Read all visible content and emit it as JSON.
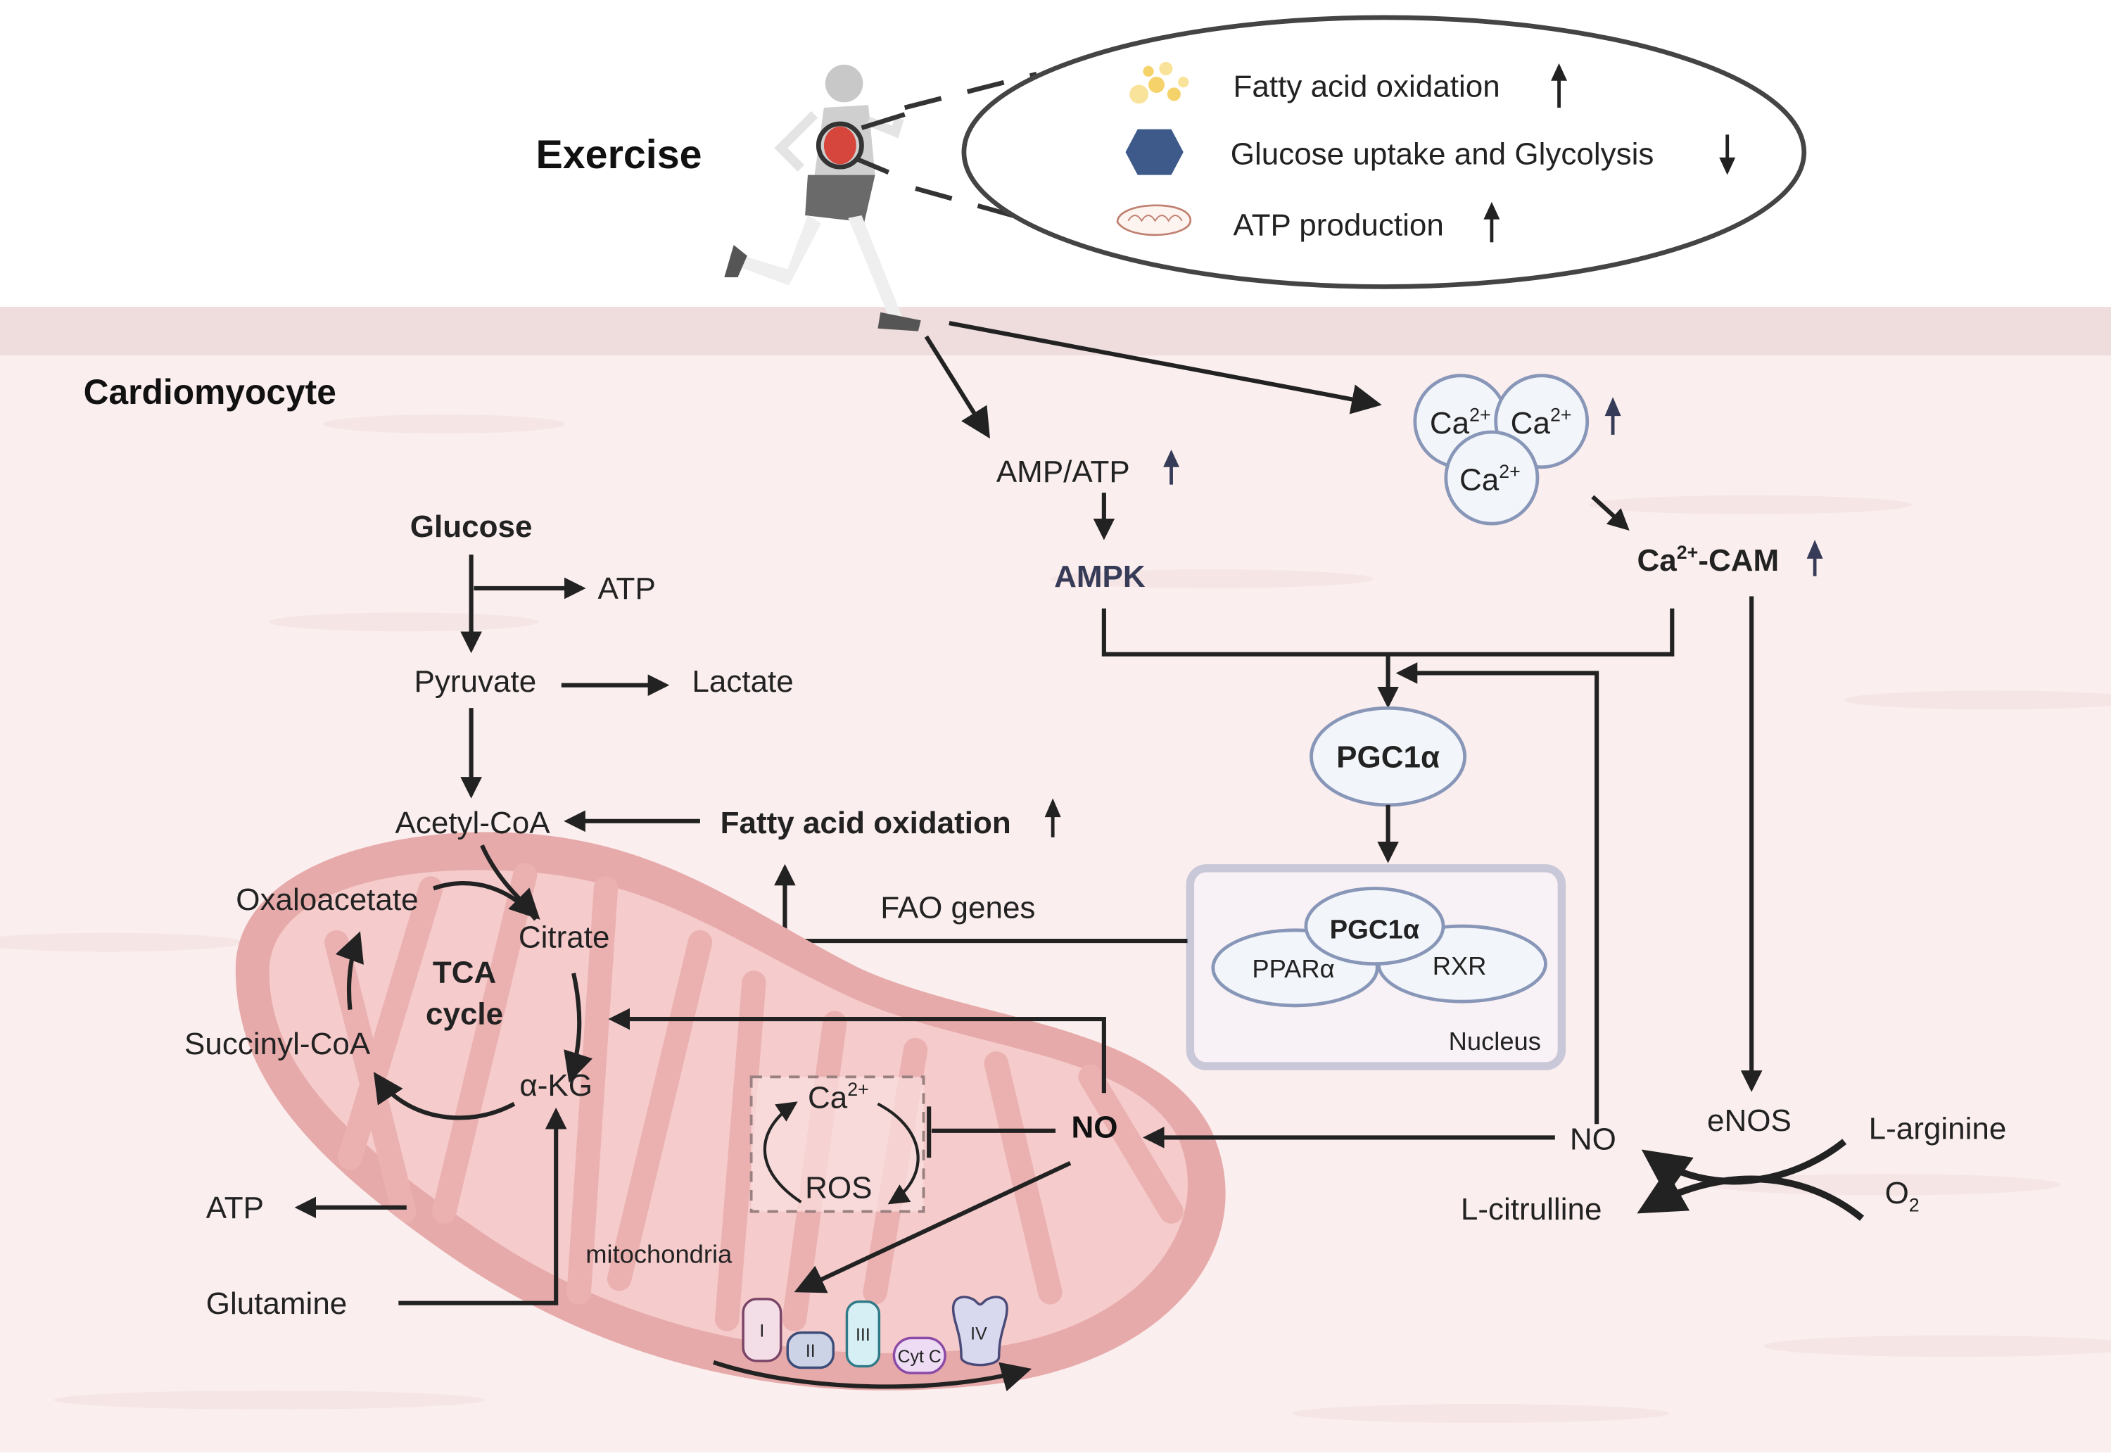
{
  "figure": {
    "title_exercise": "Exercise",
    "title_cell": "Cardiomyocyte",
    "colors": {
      "background_top": "#ffffff",
      "cell_background": "#fbeeee",
      "cell_band": "#efdcdc",
      "mitochondria_outer": "#e7aaaa",
      "mitochondria_inner": "#f5cbcb",
      "protein_oval_fill": "#f2f5fa",
      "protein_oval_stroke": "#8896b8",
      "nucleus_border": "#c9c8d8",
      "arrow": "#222222",
      "up_arrow_navy": "#363b57",
      "glucose_hexagon": "#3d5a8a",
      "fatty_acid_droplet": "#f4cf5a"
    }
  },
  "callout": {
    "items": [
      {
        "icon": "fatty-acid-droplets-icon",
        "label": "Fatty acid oxidation",
        "trend": "up"
      },
      {
        "icon": "glucose-hexagon-icon",
        "label": "Glucose uptake and Glycolysis",
        "trend": "down"
      },
      {
        "icon": "mitochondrion-icon",
        "label": "ATP production",
        "trend": "up"
      }
    ]
  },
  "signaling": {
    "amp_atp": "AMP/ATP",
    "ampk": "AMPK",
    "ca": "Ca",
    "ca_sup": "2+",
    "ca_cam_prefix": "Ca",
    "ca_cam_sup": "2+",
    "ca_cam_suffix": "-CAM",
    "pgc1a": "PGC1α",
    "nucleus": {
      "label": "Nucleus",
      "pgc1a": "PGC1α",
      "ppara": "PPARα",
      "rxr": "RXR"
    },
    "fao_genes": "FAO genes",
    "enos": "eNOS",
    "no_right": "NO",
    "l_arginine": "L-arginine",
    "o2": "O",
    "o2_sub": "2",
    "l_citrulline": "L-citrulline"
  },
  "metabolism": {
    "glucose": "Glucose",
    "atp_glycolysis": "ATP",
    "pyruvate": "Pyruvate",
    "lactate": "Lactate",
    "acetyl_coa": "Acetyl-CoA",
    "fatty_acid_oxidation": "Fatty acid oxidation",
    "tca": {
      "oxaloacetate": "Oxaloacetate",
      "citrate": "Citrate",
      "alpha_kg": "α-KG",
      "succinyl_coa": "Succinyl-CoA",
      "center_line1": "TCA",
      "center_line2": "cycle"
    },
    "atp_mito": "ATP",
    "glutamine": "Glutamine",
    "mitochondria_label": "mitochondria",
    "no_mito": "NO",
    "ros_box": {
      "ca": "Ca",
      "ca_sup": "2+",
      "ros": "ROS"
    },
    "etc": [
      {
        "label": "I",
        "fill": "#f3dde6",
        "stroke": "#7a4466"
      },
      {
        "label": "II",
        "fill": "#ccd3e6",
        "stroke": "#3c4c78"
      },
      {
        "label": "III",
        "fill": "#d6eff4",
        "stroke": "#2e7a88"
      },
      {
        "label": "Cyt C",
        "fill": "#eedcf5",
        "stroke": "#8a4aa6"
      },
      {
        "label": "IV",
        "fill": "#d8d9ef",
        "stroke": "#4a4a78"
      }
    ]
  }
}
